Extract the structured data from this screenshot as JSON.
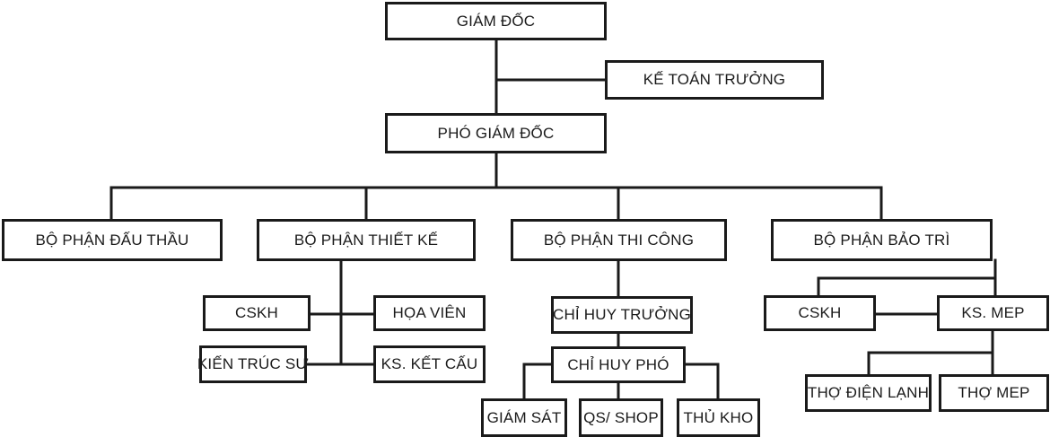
{
  "colors": {
    "line": "#1a1a1a",
    "box_border": "#1a1a1a",
    "background": "#ffffff",
    "text": "#1a1a1a"
  },
  "nodes": {
    "giam_doc": "GIÁM ĐỐC",
    "ke_toan_truong": "KẾ TOÁN TRƯỞNG",
    "pho_giam_doc": "PHÓ GIÁM ĐỐC",
    "bp_dau_thau": "BỘ PHẬN ĐẤU THẦU",
    "bp_thiet_ke": "BỘ PHẬN THIẾT KẾ",
    "bp_thi_cong": "BỘ PHẬN THI CÔNG",
    "bp_bao_tri": "BỘ PHẬN BẢO TRÌ",
    "cskh_thiet_ke": "CSKH",
    "hoa_vien": "HỌA VIÊN",
    "kien_truc_su": "KIẾN TRÚC SƯ",
    "ks_ket_cau": "KS. KẾT CẤU",
    "chi_huy_truong": "CHỈ HUY TRƯỞNG",
    "chi_huy_pho": "CHỈ HUY PHÓ",
    "giam_sat": "GIÁM SÁT",
    "qs_shop": "QS/ SHOP",
    "thu_kho": "THỦ KHO",
    "cskh_bao_tri": "CSKH",
    "ks_mep": "KS. MEP",
    "tho_dien_lanh": "THỢ ĐIỆN LẠNH",
    "tho_mep": "THỢ MEP"
  }
}
